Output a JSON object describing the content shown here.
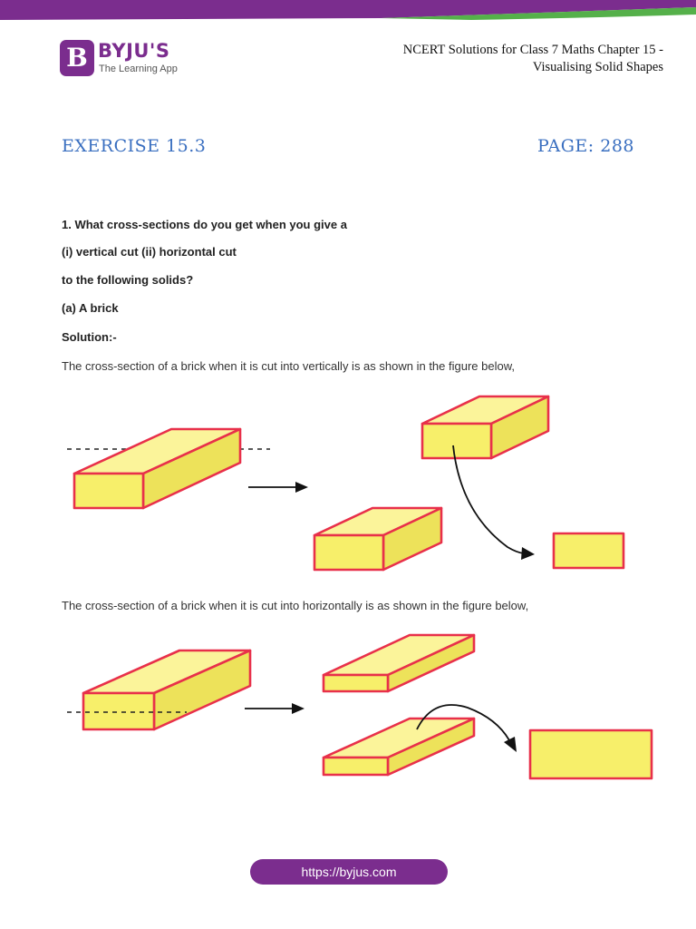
{
  "header": {
    "logo_letter": "B",
    "logo_name": "BYJU'S",
    "logo_tagline": "The Learning App",
    "title_line1": "NCERT Solutions for Class 7 Maths Chapter 15 -",
    "title_line2": "Visualising Solid Shapes"
  },
  "exercise": {
    "title": "EXERCISE 15.3",
    "page": "PAGE: 288"
  },
  "question": {
    "line1": "1. What cross-sections do you get when you give a",
    "line2": "(i) vertical cut (ii) horizontal cut",
    "line3": "to the following solids?",
    "part": "(a) A brick",
    "solution_label": "Solution:-"
  },
  "text": {
    "vertical_caption": "The cross-section of a brick when it is cut into vertically is as shown in the figure below,",
    "horizontal_caption": "The cross-section of a brick when it is cut into horizontally is as shown in the figure below,"
  },
  "footer": {
    "url": "https://byjus.com"
  },
  "colors": {
    "brand_purple": "#7b2d8e",
    "band_green": "#55b04a",
    "exercise_blue": "#3a6fc0",
    "brick_fill": "#f7ef6a",
    "brick_stroke": "#e8304a"
  }
}
